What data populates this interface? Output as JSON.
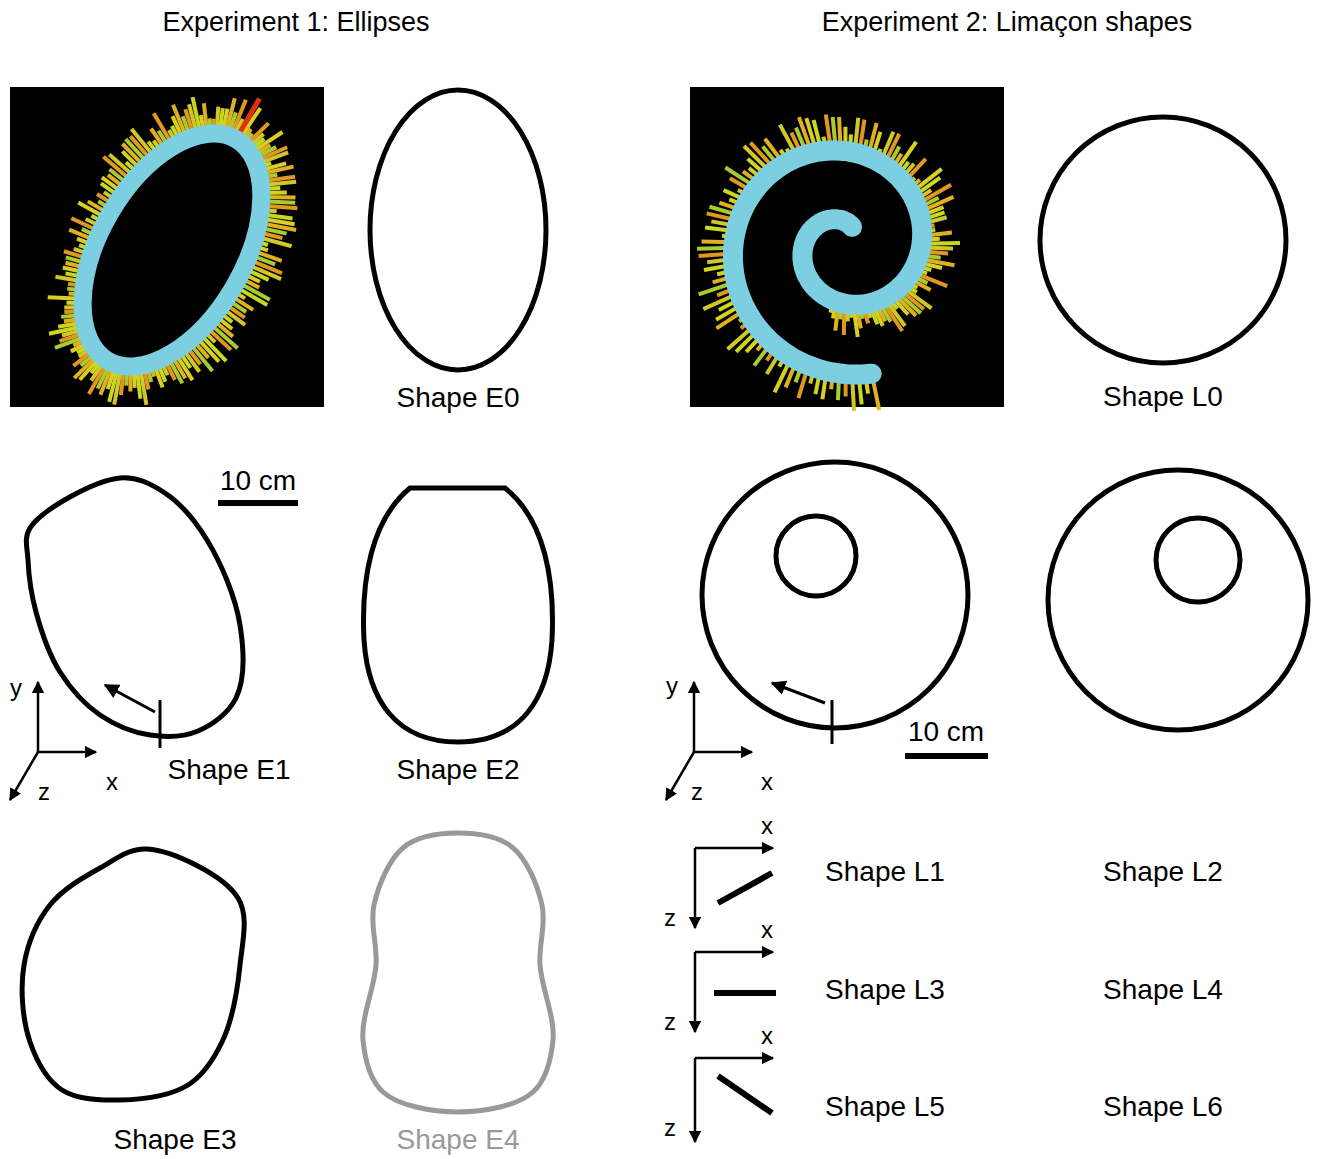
{
  "diagram": {
    "labels": [
      "Experiment 1: Ellipses",
      "Experiment 2: Limaçon shapes",
      "Shape E0",
      "10 cm",
      "y",
      "z",
      "x",
      "Shape E1",
      "Shape E2",
      "Shape E3",
      "Shape E4",
      "Shape L0",
      "y",
      "z",
      "x",
      "10 cm",
      "x",
      "z",
      "Shape L1",
      "Shape L2",
      "x",
      "z",
      "Shape L3",
      "Shape L4",
      "x",
      "z",
      "Shape L5",
      "Shape L6"
    ]
  }
}
